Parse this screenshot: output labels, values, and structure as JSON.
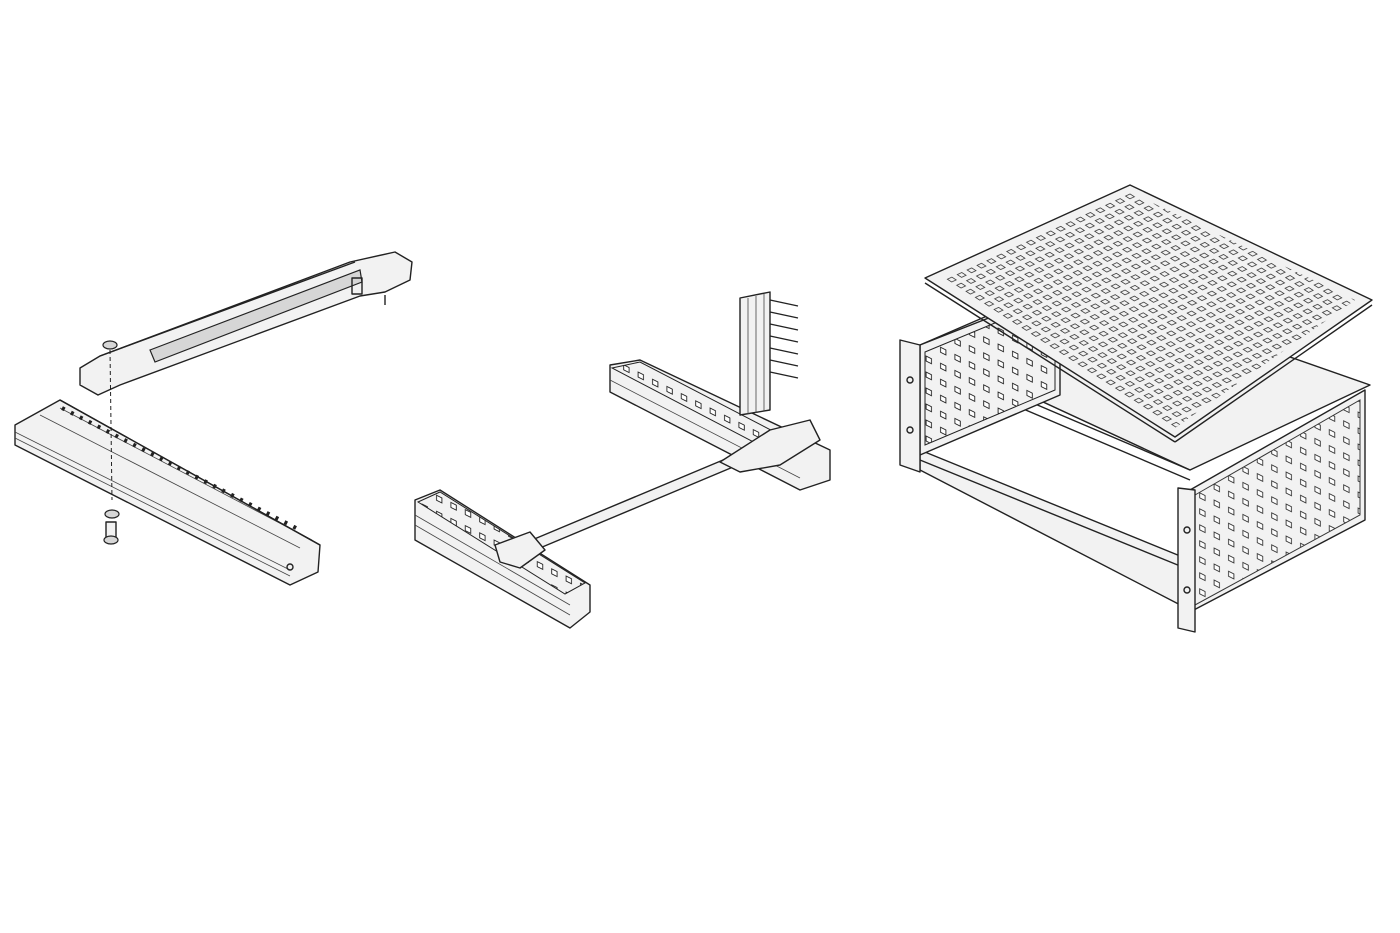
{
  "figure": {
    "panels": [
      {
        "id": "bracket-and-rail",
        "label_icon": "mounting-bracket-icon"
      },
      {
        "id": "card-guide-assembly",
        "label_icon": "card-guide-icon"
      },
      {
        "id": "subrack-with-perforated-cover",
        "label_icon": "subrack-icon"
      }
    ]
  },
  "colors": {
    "background": "#ffffff",
    "line": "#222222",
    "shade": "#d6d6d6"
  }
}
